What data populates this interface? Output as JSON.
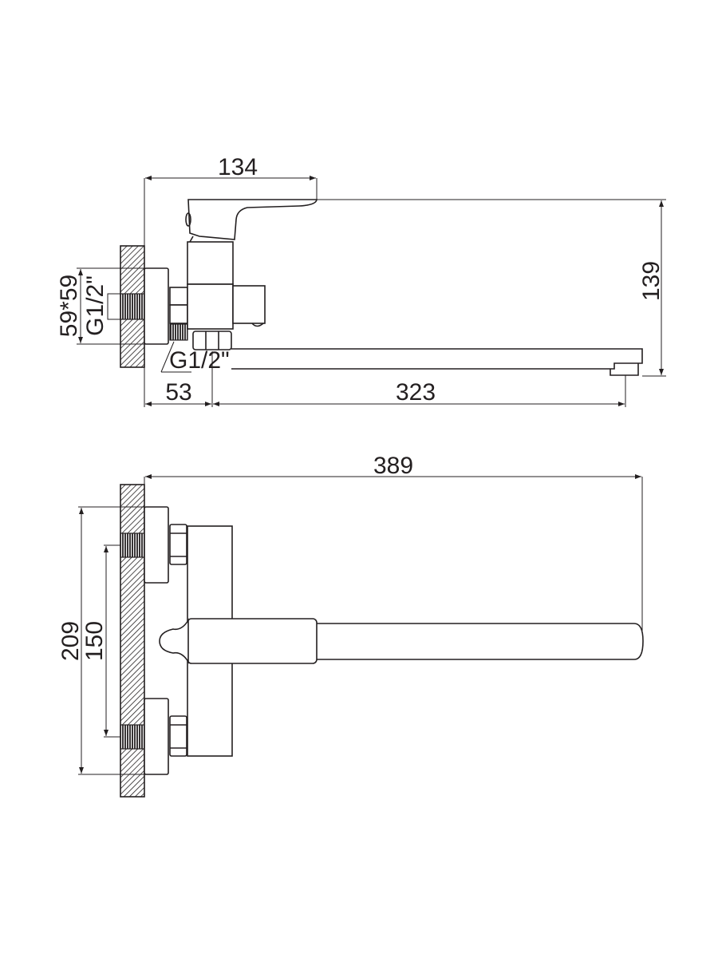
{
  "drawing": {
    "side_view": {
      "dimensions": {
        "handle_reach": "134",
        "height": "139",
        "plate_size": "59*59",
        "inlet_thread": "G1/2\"",
        "outlet_thread": "G1/2\"",
        "wall_to_spout": "53",
        "spout_length": "323"
      }
    },
    "top_view": {
      "dimensions": {
        "total_length": "389",
        "plate_span": "209",
        "inlet_centers": "150"
      }
    },
    "colors": {
      "line": "#231f20",
      "background": "#ffffff"
    }
  }
}
